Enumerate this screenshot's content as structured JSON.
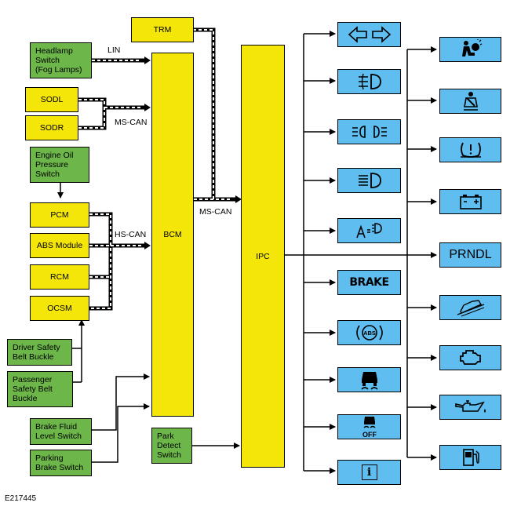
{
  "modules": {
    "trm": "TRM",
    "bcm": "BCM",
    "ipc": "IPC",
    "sodl": "SODL",
    "sodr": "SODR",
    "pcm": "PCM",
    "abs_module": "ABS Module",
    "rcm": "RCM",
    "ocsm": "OCSM"
  },
  "inputs": {
    "headlamp_switch": "Headlamp\nSwitch\n(Fog Lamps)",
    "engine_oil_pressure": "Engine Oil\nPressure\nSwitch",
    "driver_belt": "Driver Safety\nBelt Buckle",
    "passenger_belt": "Passenger\nSafety Belt\nBuckle",
    "brake_fluid": "Brake Fluid\nLevel Switch",
    "parking_brake": "Parking\nBrake Switch",
    "park_detect": "Park\nDetect\nSwitch"
  },
  "bus_labels": {
    "lin": "LIN",
    "ms_can_1": "MS-CAN",
    "ms_can_2": "MS-CAN",
    "hs_can": "HS-CAN"
  },
  "indicators": {
    "brake": "BRAKE",
    "prndl": "PRNDL",
    "abs": "ABS",
    "off": "OFF",
    "info": "i"
  },
  "figure_code": "E217445",
  "colors": {
    "module": "#f5e60a",
    "switch": "#6db64a",
    "indicator": "#5fbdf0"
  }
}
